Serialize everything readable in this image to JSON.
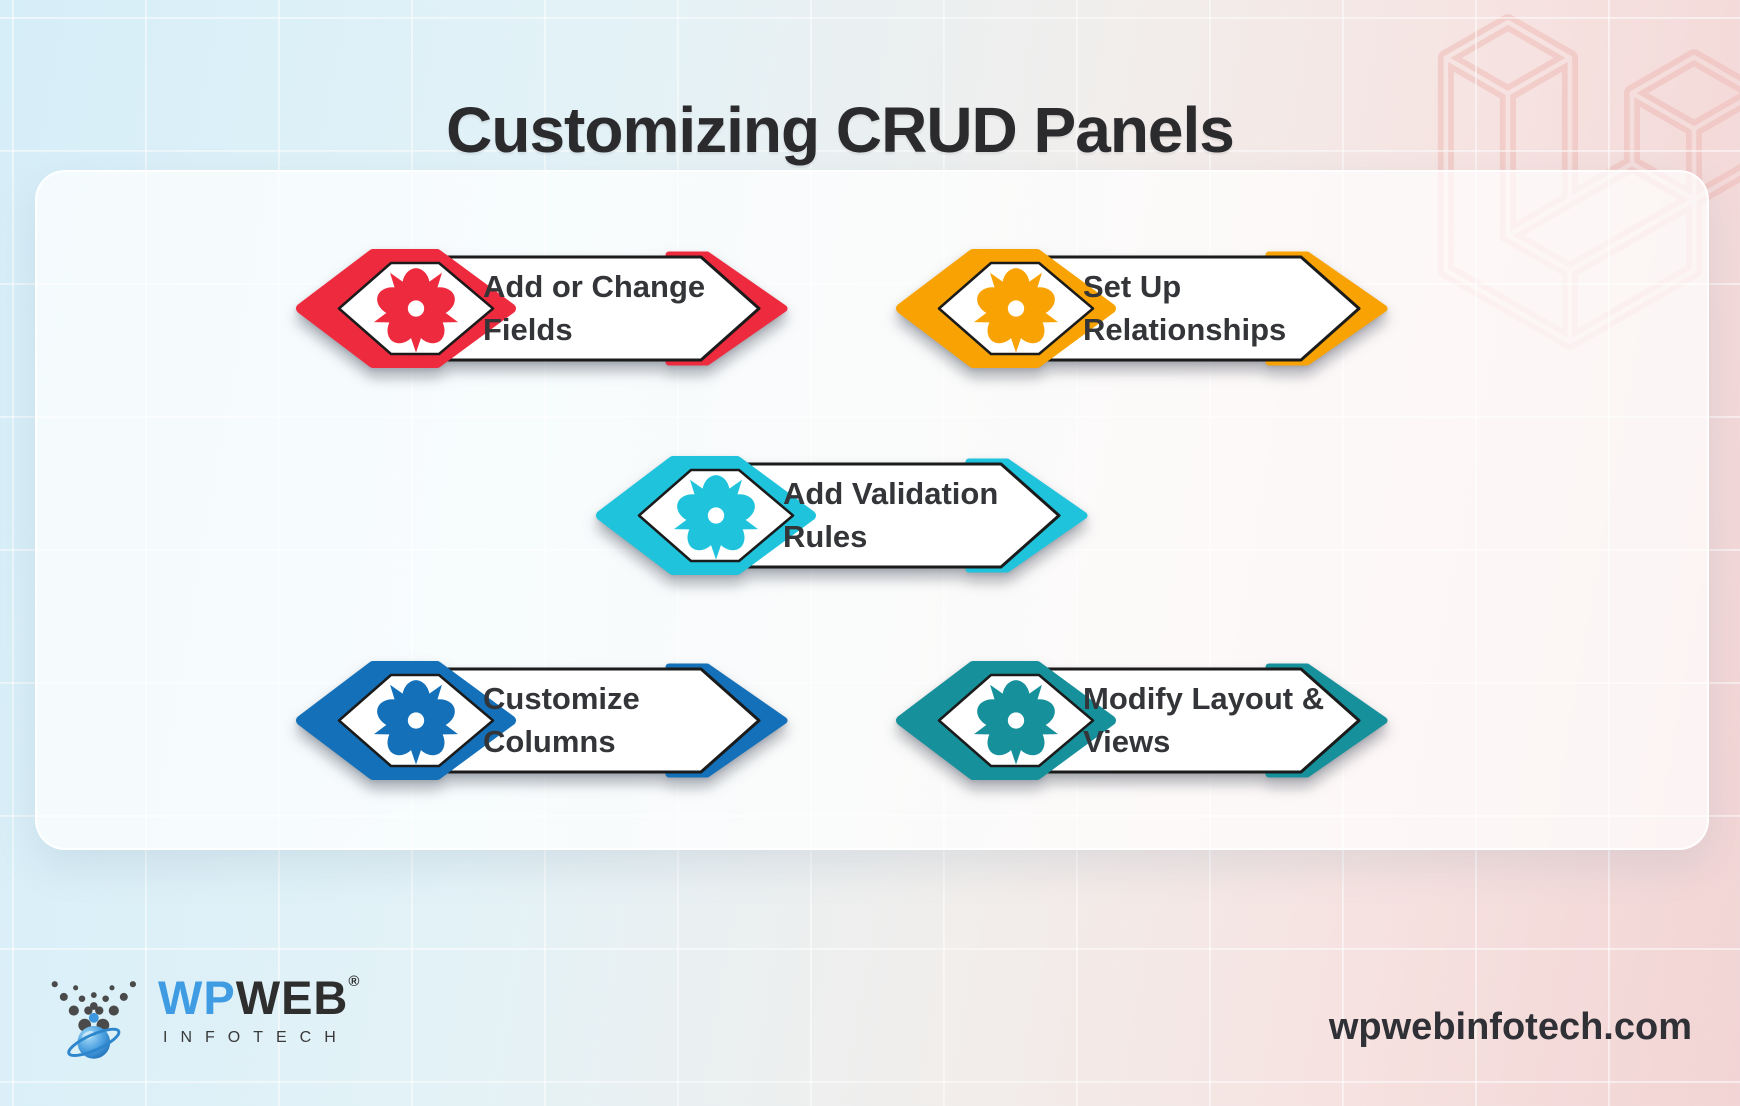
{
  "title": "Customizing CRUD Panels",
  "badges": [
    {
      "label": "Add or Change Fields",
      "color": "#EE2B3E",
      "icon": "flower-icon"
    },
    {
      "label": "Set Up Relationships",
      "color": "#F8A303",
      "icon": "flower-icon"
    },
    {
      "label": "Add Validation Rules",
      "color": "#1FC3DC",
      "icon": "flower-icon"
    },
    {
      "label": "Customize Columns",
      "color": "#1470B8",
      "icon": "flower-icon"
    },
    {
      "label": "Modify Layout & Views",
      "color": "#16909B",
      "icon": "flower-icon"
    }
  ],
  "watermark": {
    "icon": "laravel-logo",
    "color": "#efb9b4"
  },
  "footer": {
    "logo": {
      "icon": "wpweb-globe-mark",
      "part1": "WP",
      "part2": "WEB",
      "registered": "®",
      "subtitle": "INFOTECH",
      "brand_blue": "#3f9be2"
    },
    "website": "wpwebinfotech.com"
  },
  "palette": {
    "background_blue": "#d6eef8",
    "background_pink": "#f2d4d4",
    "card": "#ffffff",
    "outline": "#1b1b1b",
    "text_dark": "#2b2b2e"
  }
}
